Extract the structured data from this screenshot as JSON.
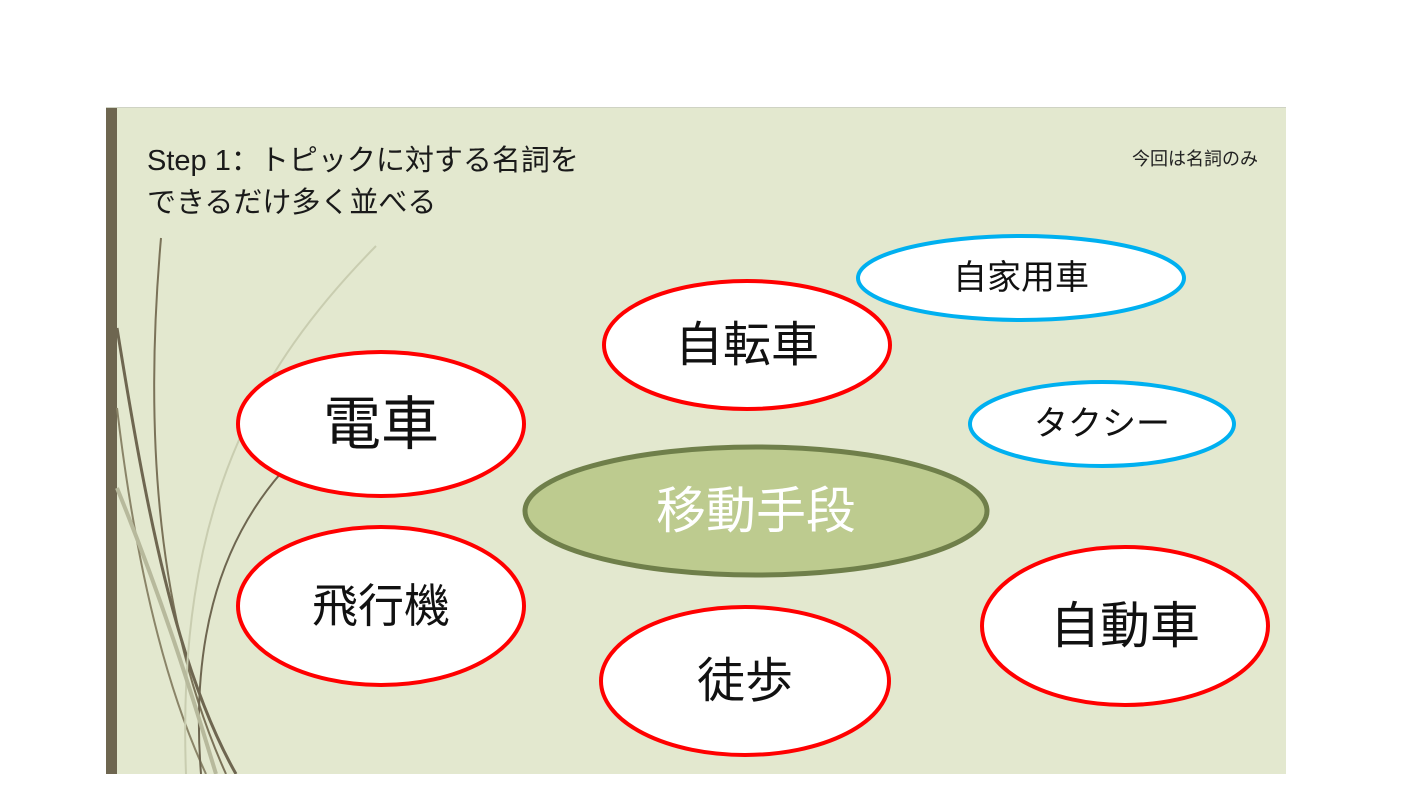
{
  "slide": {
    "title_line1": "Step 1：トピックに対する名詞を",
    "title_line2": "できるだけ多く並べる",
    "note": "今回は名詞のみ"
  },
  "center": {
    "label": "移動手段"
  },
  "nouns": [
    {
      "label": "自家用車",
      "color": "#00b0f0"
    },
    {
      "label": "自転車",
      "color": "#ff0000"
    },
    {
      "label": "電車",
      "color": "#ff0000"
    },
    {
      "label": "タクシー",
      "color": "#00b0f0"
    },
    {
      "label": "飛行機",
      "color": "#ff0000"
    },
    {
      "label": "自動車",
      "color": "#ff0000"
    },
    {
      "label": "徒歩",
      "color": "#ff0000"
    }
  ],
  "colors": {
    "background": "#e3e8cf",
    "center_fill": "#bdcb8f",
    "center_stroke": "#6f7f4a"
  }
}
